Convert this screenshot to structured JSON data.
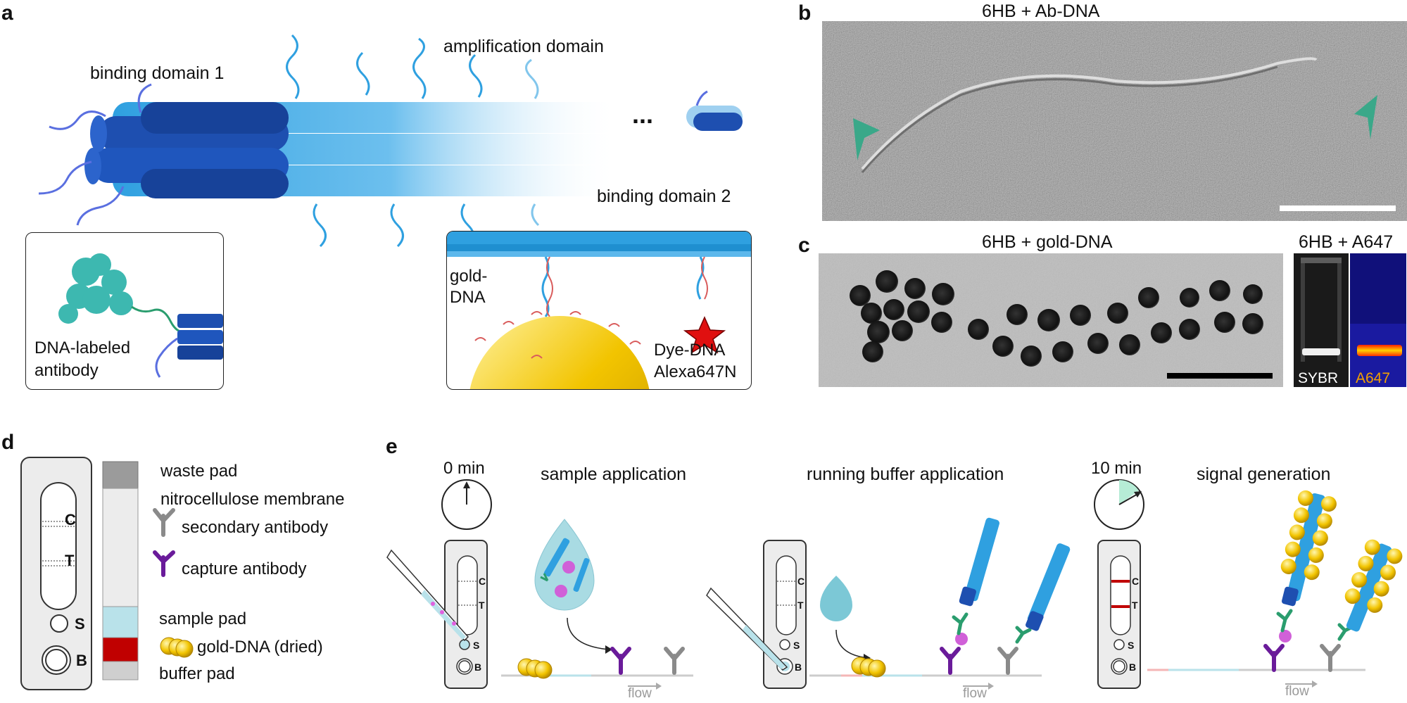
{
  "panels": {
    "a": {
      "letter": "a",
      "binding1": "binding domain 1",
      "amplification": "amplification domain",
      "binding2": "binding domain 2",
      "ellipsis": "...",
      "antibody_line1": "DNA-labeled",
      "antibody_line2": "antibody",
      "gold_line1": "gold-",
      "gold_line2": "DNA",
      "dye_line1": "Dye-DNA",
      "dye_line2": "Alexa647N"
    },
    "b": {
      "letter": "b",
      "title": "6HB + Ab-DNA"
    },
    "c": {
      "letter": "c",
      "title": "6HB + gold-DNA",
      "gel_title": "6HB + A647",
      "lane1": "SYBR",
      "lane2": "A647"
    },
    "d": {
      "letter": "d",
      "strip_c": "C",
      "strip_t": "T",
      "strip_s": "S",
      "strip_b": "B",
      "waste_pad": "waste pad",
      "nitrocellulose": "nitrocellulose membrane",
      "secondary": "secondary antibody",
      "capture": "capture antibody",
      "sample_pad": "sample pad",
      "gold_dried": "gold-DNA (dried)",
      "buffer_pad": "buffer pad"
    },
    "e": {
      "letter": "e",
      "time0": "0 min",
      "time10": "10 min",
      "step1": "sample application",
      "step2": "running buffer application",
      "step3": "signal generation",
      "flow": "flow",
      "strip_c": "C",
      "strip_t": "T",
      "strip_s": "S",
      "strip_b": "B"
    }
  },
  "colors": {
    "origami_dark": "#1e4fb0",
    "origami_light": "#2fa0e0",
    "gold": "#f2c400",
    "capture_purple": "#6a1b9a",
    "secondary_gray": "#8a8a8a",
    "antibody_green": "#2a9d6e",
    "dye_red": "#e01010",
    "sample_pad": "#b9e2ea",
    "gold_pad": "#c00000",
    "pointer_green": "#3aa889"
  }
}
